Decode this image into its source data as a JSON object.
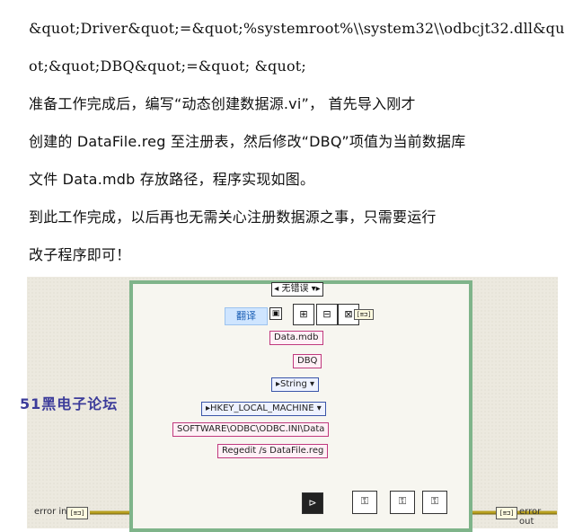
{
  "document": {
    "lines": [
      "&quot;Driver&quot;=&quot;%systemroot%\\\\system32\\\\odbcjt32.dll&qu",
      "ot;&quot;DBQ&quot;=&quot; &quot;",
      "    准备工作完成后，编写“动态创建数据源.vi”，  首先导入刚才",
      "创建的 DataFile.reg 至注册表，然后修改“DBQ”项值为当前数据库",
      "文件 Data.mdb 存放路径，程序实现如图。",
      "    到此工作完成，以后再也无需关心注册数据源之事，只需要运行",
      "改子程序即可！"
    ]
  },
  "diagram": {
    "case_selector": "◂ 无错误 ▾▸",
    "translate_button": "翻译",
    "watermark": "51黑电子论坛",
    "constants": {
      "data_mdb": "Data.mdb",
      "dbq": "DBQ",
      "string_type": "▸String ▾",
      "hkey": "▸HKEY_LOCAL_MACHINE ▾",
      "software_path": "SOFTWARE\\ODBC\\ODBC.INI\\Data",
      "regedit_cmd": "Regedit /s DataFile.reg"
    },
    "error_in_label": "error in",
    "error_out_label": "error out",
    "indicator_text": "[≡⊐]"
  },
  "colors": {
    "frame": "#7fb48a",
    "string_wire": "#c0397e",
    "enum_wire": "#3a55a8",
    "error_wire": "#b8a020"
  }
}
